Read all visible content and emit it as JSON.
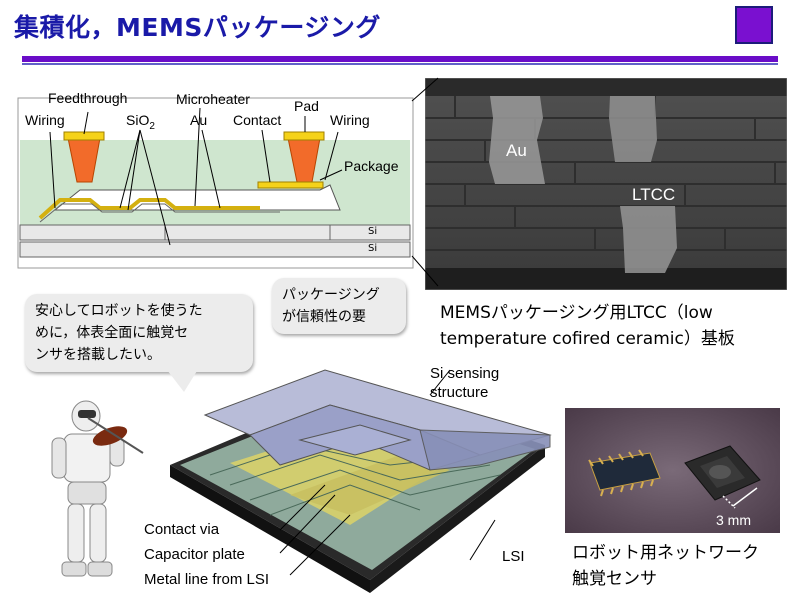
{
  "title": "集積化，MEMSパッケージング",
  "accent": {
    "title": "#1a1aa8",
    "bar": "#6a0dc8"
  },
  "cross_section": {
    "labels": {
      "feedthrough": "Feedthrough",
      "microheater": "Microheater",
      "pad": "Pad",
      "wiring_left": "Wiring",
      "sio2_main": "SiO",
      "sio2_sub": "2",
      "au": "Au",
      "contact": "Contact",
      "wiring_right": "Wiring",
      "package": "Package",
      "si_top": "Si",
      "si_bottom": "Si"
    }
  },
  "sem_image": {
    "label_au": "Au",
    "label_ltcc": "LTCC"
  },
  "callout_packaging": {
    "line1": "パッケージング",
    "line2": "が信頼性の要"
  },
  "ltcc_caption": {
    "line1": "MEMSパッケージング用LTCC（low",
    "line2": "temperature cofired ceramic）基板"
  },
  "callout_robot": {
    "line1": "安心してロボットを使うた",
    "line2": "めに，体表全面に触覚セ",
    "line3": "ンサを搭載したい。"
  },
  "chip_3d": {
    "label_si": "Si sensing",
    "label_si2": "structure",
    "label_contact_via": "Contact via",
    "label_capacitor": "Capacitor plate",
    "label_metal_line": "Metal line from LSI",
    "label_lsi": "LSI"
  },
  "sensor_photo": {
    "scale": "3 mm",
    "caption_line1": "ロボット用ネットワーク",
    "caption_line2": "触覚センサ"
  }
}
